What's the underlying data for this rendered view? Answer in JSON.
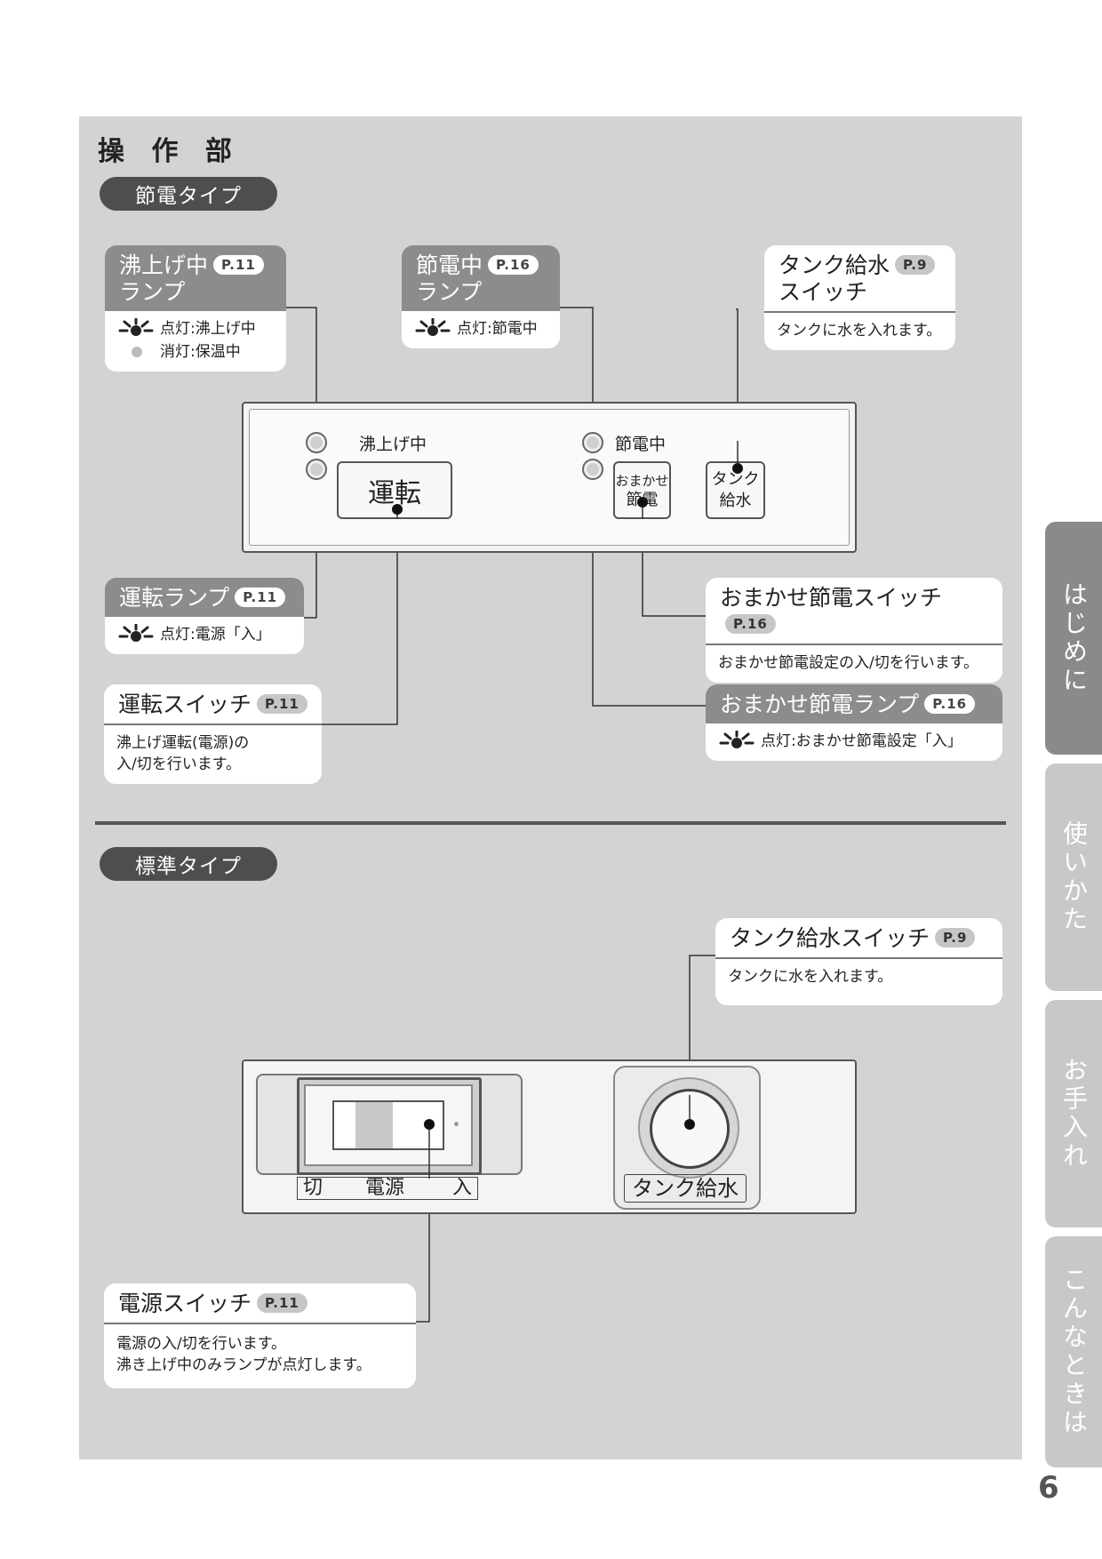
{
  "section_title": "操 作 部",
  "type_saving": "節電タイプ",
  "type_standard": "標準タイプ",
  "callouts": {
    "boiling_lamp": {
      "title_l1": "沸上げ中",
      "title_l2": "ランプ",
      "ref": "P.11",
      "on_text": "点灯:沸上げ中",
      "off_text": "消灯:保温中"
    },
    "saving_lamp": {
      "title_l1": "節電中",
      "title_l2": "ランプ",
      "ref": "P.16",
      "on_text": "点灯:節電中"
    },
    "tank_switch": {
      "title_l1": "タンク給水",
      "title_l2": "スイッチ",
      "ref": "P.9",
      "desc": "タンクに水を入れます。"
    },
    "run_lamp": {
      "title": "運転ランプ",
      "ref": "P.11",
      "on_text": "点灯:電源「入」"
    },
    "run_switch": {
      "title": "運転スイッチ",
      "ref": "P.11",
      "desc_l1": "沸上げ運転(電源)の",
      "desc_l2": "入/切を行います。"
    },
    "omakase_switch": {
      "title": "おまかせ節電スイッチ",
      "ref": "P.16",
      "desc": "おまかせ節電設定の入/切を行います。"
    },
    "omakase_lamp": {
      "title": "おまかせ節電ランプ",
      "ref": "P.16",
      "on_text": "点灯:おまかせ節電設定「入」"
    },
    "tank_switch_std": {
      "title": "タンク給水スイッチ",
      "ref": "P.9",
      "desc": "タンクに水を入れます。"
    },
    "power_switch": {
      "title": "電源スイッチ",
      "ref": "P.11",
      "desc_l1": "電源の入/切を行います。",
      "desc_l2": "沸き上げ中のみランプが点灯します。"
    }
  },
  "panel_saving": {
    "boiling_label": "沸上げ中",
    "saving_label": "節電中",
    "run_button": "運転",
    "omakase_l1": "おまかせ",
    "omakase_l2": "節電",
    "tank_l1": "タンク",
    "tank_l2": "給水"
  },
  "panel_standard": {
    "off_label": "切",
    "power_label": "電源",
    "on_label": "入",
    "tank_label": "タンク給水"
  },
  "side_tabs": [
    "はじめに",
    "使いかた",
    "お手入れ",
    "こんなときは"
  ],
  "page_number": "6",
  "colors": {
    "background_panel": "#d3d3d3",
    "active_tab": "#8a8a8a",
    "inactive_tab": "#c8c8c8",
    "pill": "#4e4e4e"
  }
}
